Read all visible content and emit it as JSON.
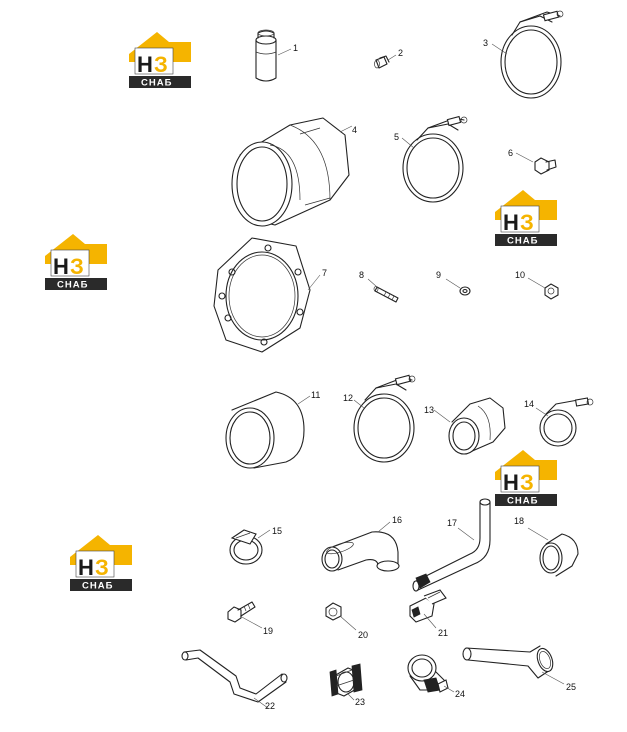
{
  "logo": {
    "mark_left": "Н",
    "mark_right": "З",
    "caption": "СНАБ",
    "colors": {
      "accent": "#f5b400",
      "dark": "#2a2a2a"
    }
  },
  "labels": [
    "1",
    "2",
    "3",
    "4",
    "5",
    "6",
    "7",
    "8",
    "9",
    "10",
    "11",
    "12",
    "13",
    "14",
    "15",
    "16",
    "17",
    "18",
    "19",
    "20",
    "21",
    "22",
    "23",
    "24",
    "25"
  ]
}
